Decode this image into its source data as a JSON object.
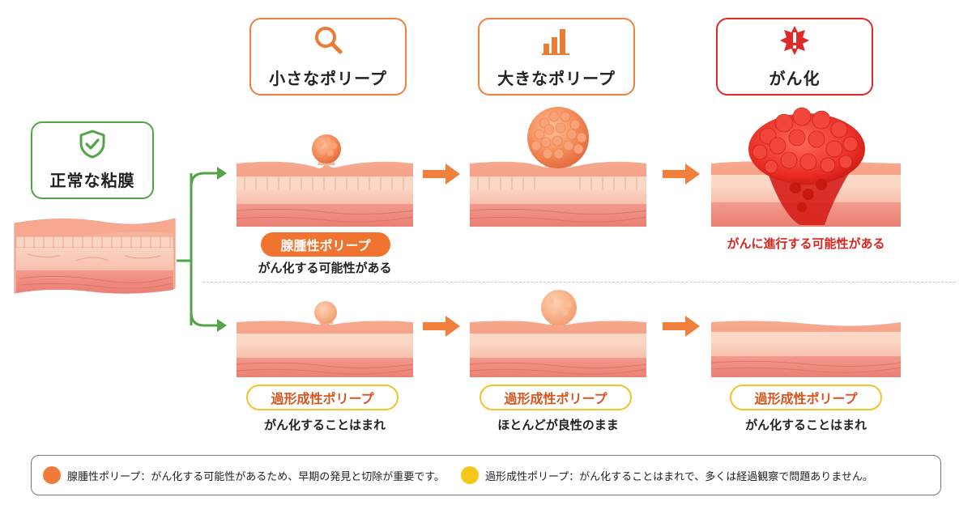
{
  "normal": {
    "label": "正常な粘膜"
  },
  "stages": {
    "small": {
      "label": "小さなポリープ"
    },
    "large": {
      "label": "大きなポリープ"
    },
    "cancer": {
      "label": "がん化"
    }
  },
  "top_row": {
    "pill": "腺腫性ポリープ",
    "caption": "がん化する可能性がある",
    "cancer_caption": "がんに進行する可能性がある"
  },
  "bottom_row": {
    "cells": [
      {
        "pill": "過形成性ポリープ",
        "caption": "がん化することはまれ"
      },
      {
        "pill": "過形成性ポリープ",
        "caption": "ほとんどが良性のまま"
      },
      {
        "pill": "過形成性ポリープ",
        "caption": "がん化することはまれ"
      }
    ]
  },
  "legend": {
    "items": [
      {
        "name": "腺腫性ポリープ：",
        "text": "がん化する可能性があるため、早期の発見と切除が重要です。",
        "color": "#f07a3a"
      },
      {
        "name": "過形成性ポリープ：",
        "text": "がん化することはまれで、多くは経過観察で問題ありません。",
        "color": "#f5c518"
      }
    ]
  },
  "colors": {
    "orange": "#f0803c",
    "red": "#e02a2a",
    "green": "#52a447",
    "yellow": "#f2c32e"
  },
  "icons": {
    "normal": "shield-check-icon",
    "small": "magnifier-icon",
    "large": "bar-chart-icon",
    "cancer": "alert-burst-icon"
  }
}
